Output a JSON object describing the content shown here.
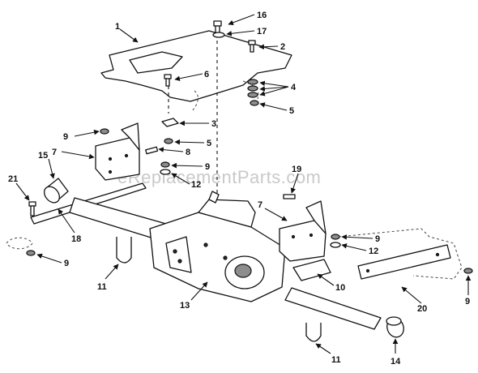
{
  "watermark": "eReplacementParts.com",
  "callouts": {
    "c1": "1",
    "c16": "16",
    "c17": "17",
    "c2": "2",
    "c6": "6",
    "c4": "4",
    "c5a": "5",
    "c3": "3",
    "c9a": "9",
    "c7a": "7",
    "c5b": "5",
    "c8": "8",
    "c15": "15",
    "c9b": "9",
    "c12a": "12",
    "c21": "21",
    "c19": "19",
    "c7b": "7",
    "c9c": "9",
    "c12b": "12",
    "c18": "18",
    "c9d": "9",
    "c11a": "11",
    "c10": "10",
    "c13": "13",
    "c20": "20",
    "c9e": "9",
    "c11b": "11",
    "c14": "14"
  }
}
